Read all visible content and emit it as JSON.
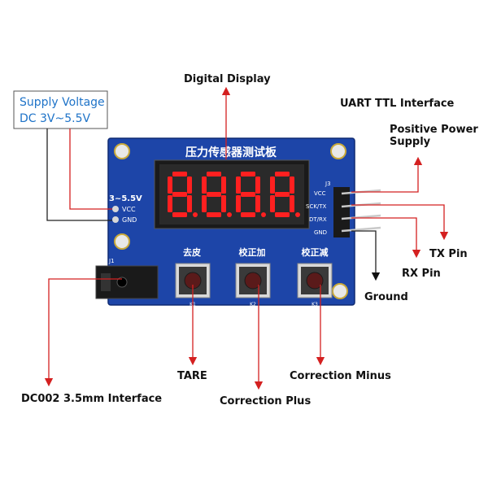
{
  "labels": {
    "digital_display": "Digital Display",
    "uart": "UART TTL Interface",
    "positive_power": "Positive Power",
    "supply": "Supply",
    "tx_pin": "TX Pin",
    "rx_pin": "RX Pin",
    "ground": "Ground",
    "tare": "TARE",
    "correction_minus": "Correction Minus",
    "correction_plus": "Correction Plus",
    "dc002": "DC002 3.5mm Interface"
  },
  "supply_box": {
    "line1": "Supply Voltage",
    "line2": "DC 3V~5.5V"
  },
  "board": {
    "title": "压力传感器测试板",
    "voltage": "3~5.5V",
    "vcc_left": "VCC",
    "gnd_left": "GND",
    "j1": "J1",
    "j3": "J3",
    "vcc_right": "VCC",
    "sck_tx": "SCK/TX",
    "dt_rx": "DT/RX",
    "gnd_right": "GND",
    "btn1_label": "去皮",
    "btn2_label": "校正加",
    "btn3_label": "校正减",
    "k1": "K1",
    "k2": "K2",
    "k3": "K3"
  },
  "colors": {
    "pcb": "#1d45a8",
    "leader": "#d42020",
    "digit": "#ff2020"
  }
}
